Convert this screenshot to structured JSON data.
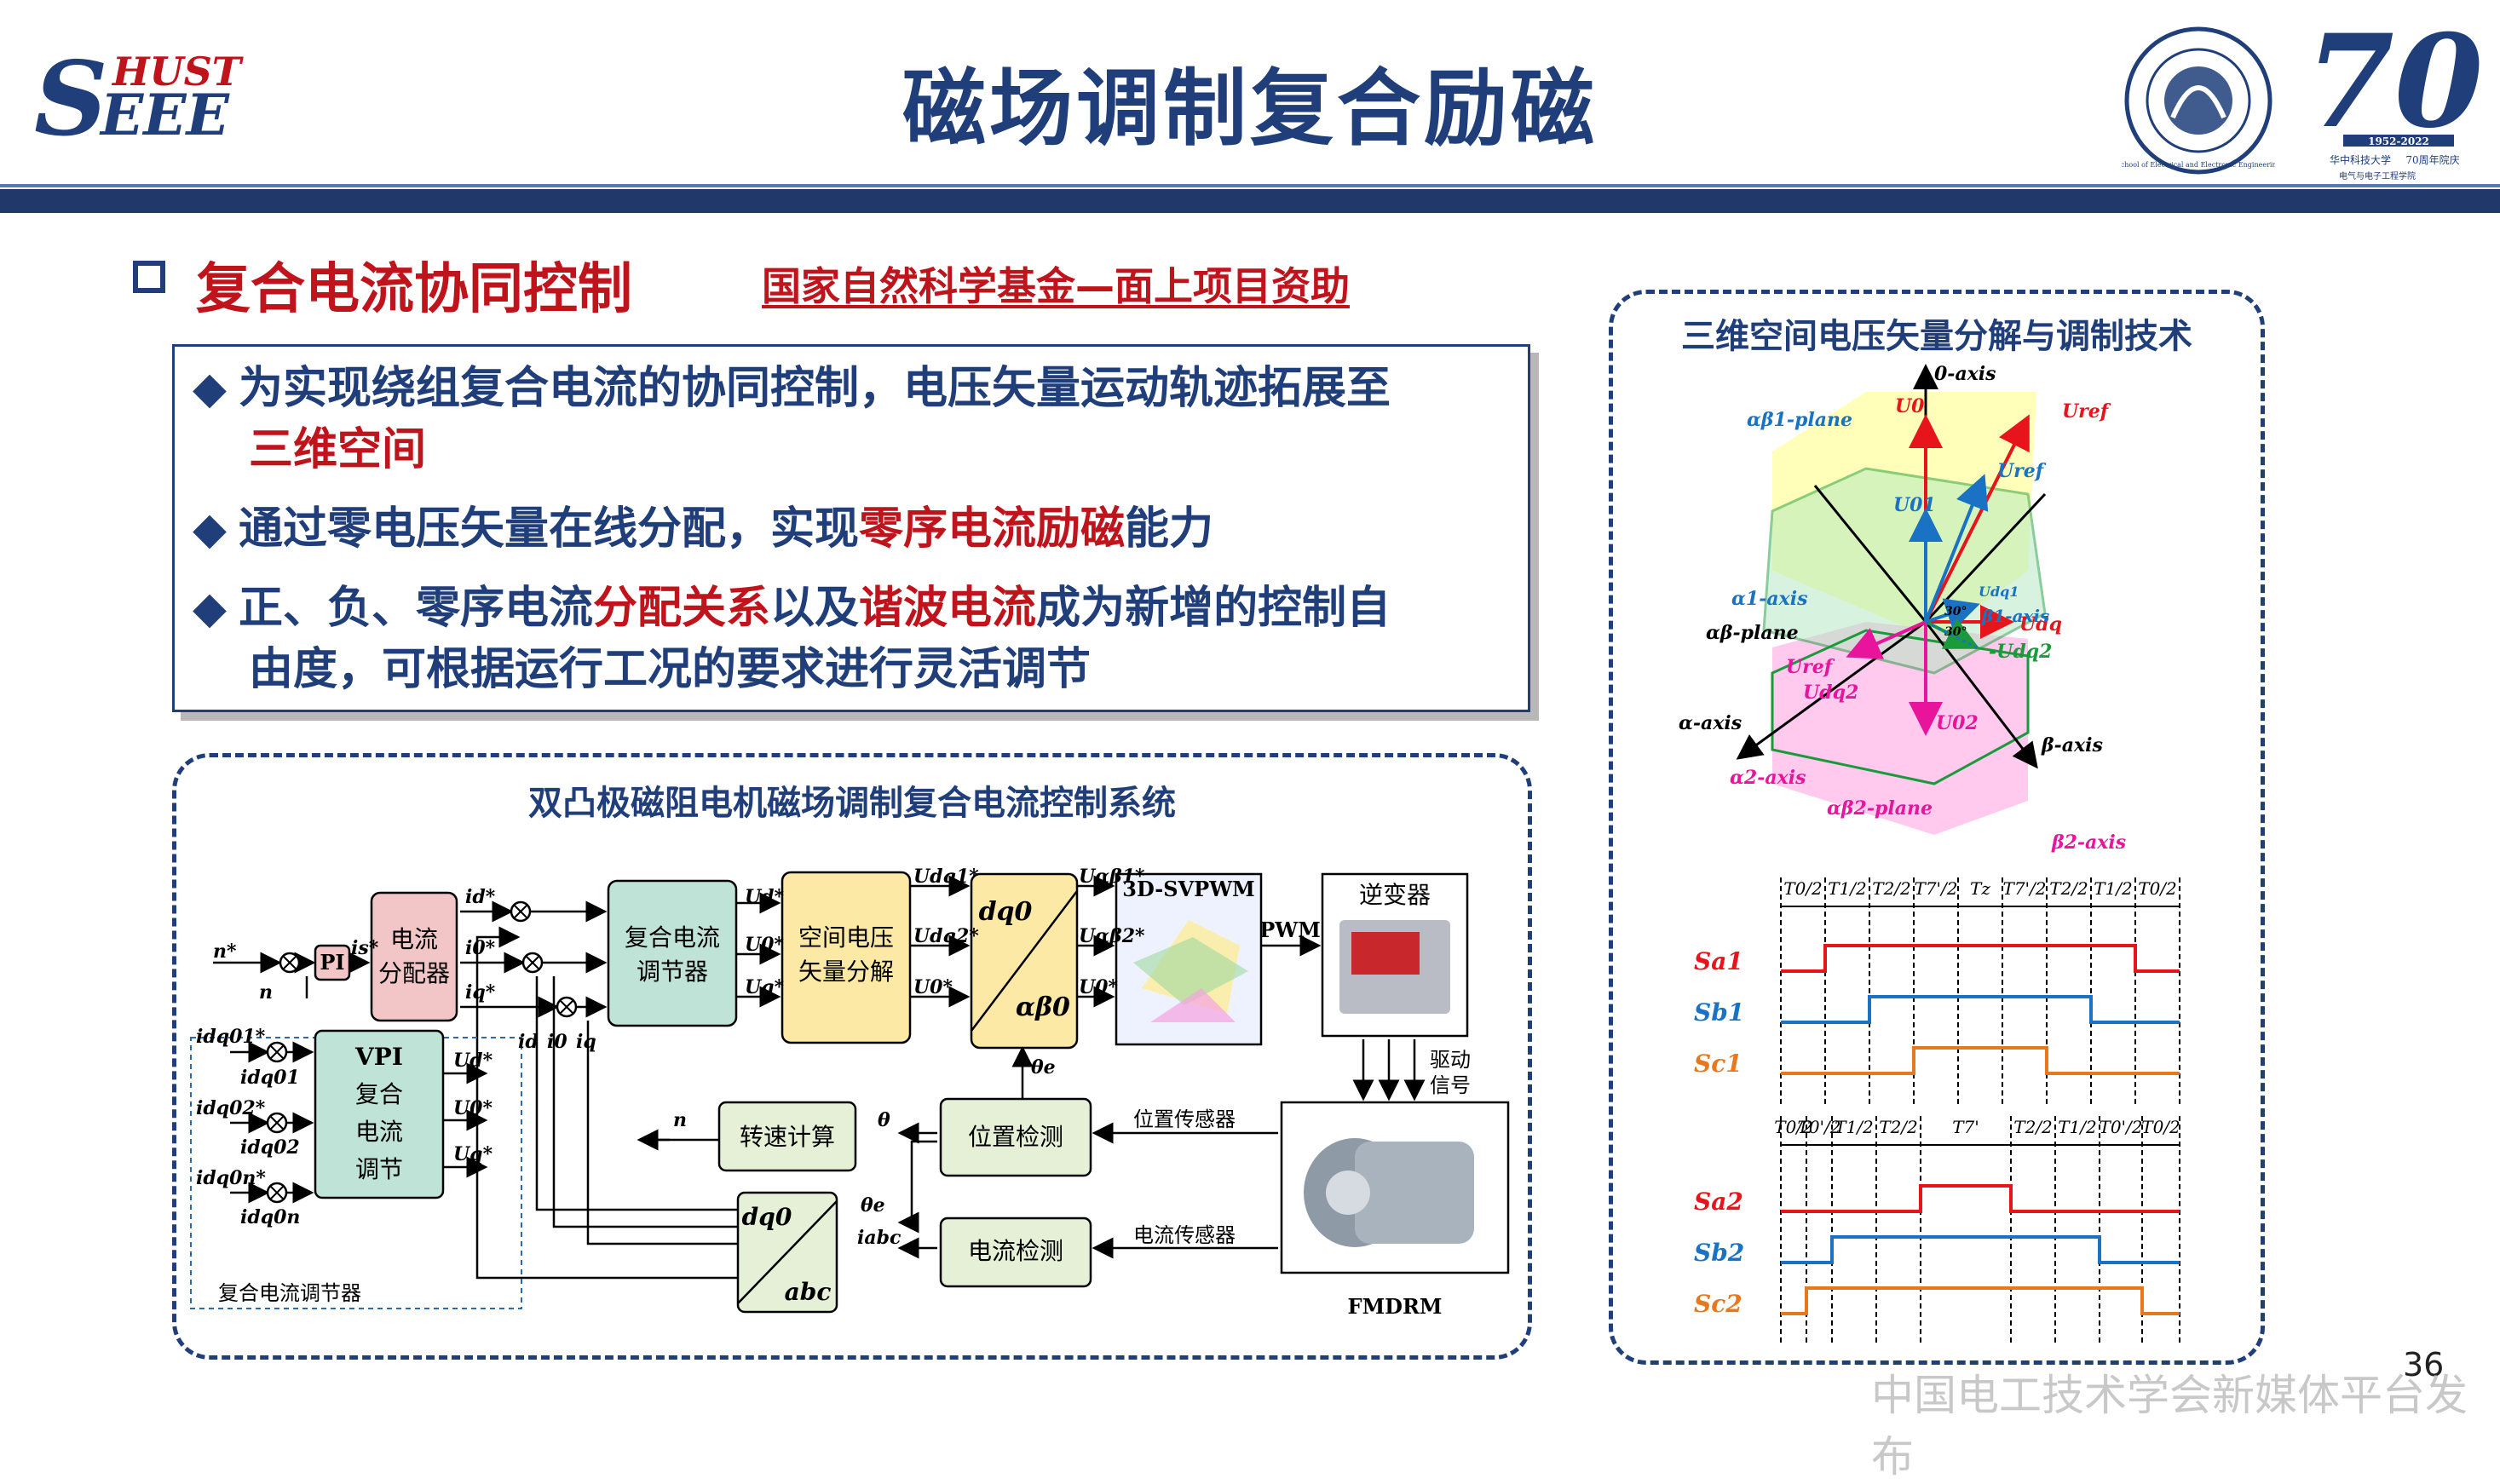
{
  "header": {
    "title": "磁场调制复合励磁",
    "logo_hust": "HUST",
    "logo_seee": "SEEE",
    "seal_text": "School of Electrical and Electronic Engineering",
    "anniv_number": "70",
    "anniv_years": "1952-2022",
    "anniv_line1": "华中科技大学",
    "anniv_line2": "70周年院庆",
    "anniv_line3": "电气与电子工程学院"
  },
  "section": {
    "title": "复合电流协同控制",
    "fund": "国家自然科学基金—面上项目资助"
  },
  "bullets": [
    {
      "parts": [
        {
          "t": "为实现绕组复合电流的协同控制，电压矢量运动轨迹拓展至",
          "red": false
        }
      ],
      "cont": [
        {
          "t": "三维空间",
          "red": true
        }
      ]
    },
    {
      "parts": [
        {
          "t": "通过零电压矢量在线分配，实现",
          "red": false
        },
        {
          "t": "零序电流励磁",
          "red": true
        },
        {
          "t": "能力",
          "red": false
        }
      ],
      "cont": []
    },
    {
      "parts": [
        {
          "t": "正、负、零序电流",
          "red": false
        },
        {
          "t": "分配关系",
          "red": true
        },
        {
          "t": "以及",
          "red": false
        },
        {
          "t": "谐波电流",
          "red": true
        },
        {
          "t": "成为新增的控制自",
          "red": false
        }
      ],
      "cont": [
        {
          "t": "由度，可根据运行工况的要求进行灵活调节",
          "red": false
        }
      ]
    }
  ],
  "system_diagram": {
    "title": "双凸极磁阻电机磁场调制复合电流控制系统",
    "blocks": {
      "pi": "PI",
      "current_dist_1": "电流",
      "current_dist_2": "分配器",
      "comp_reg_1": "复合电流",
      "comp_reg_2": "调节器",
      "space_v_1": "空间电压",
      "space_v_2": "矢量分解",
      "dq0_top": "dq0",
      "dq0_bot": "αβ0",
      "svpwm": "3D-SVPWM",
      "inverter": "逆变器",
      "pwm": "PWM",
      "drive_1": "驱动",
      "drive_2": "信号",
      "speed_calc": "转速计算",
      "pos_detect": "位置检测",
      "pos_sensor": "位置传感器",
      "cur_detect": "电流检测",
      "cur_sensor": "电流传感器",
      "dq0b_top": "dq0",
      "dq0b_bot": "abc",
      "vpi_1": "VPI",
      "vpi_2": "复合",
      "vpi_3": "电流",
      "vpi_4": "调节",
      "sub_caption": "复合电流调节器",
      "motor": "FMDRM"
    },
    "signals": {
      "n_ref": "n*",
      "n": "n",
      "is_ref": "is*",
      "id_ref": "id*",
      "i0_ref": "i0*",
      "iq_ref": "iq*",
      "id": "id",
      "i0": "i0",
      "iq": "iq",
      "ud": "Ud*",
      "u0": "U0*",
      "uq": "Uq*",
      "udq1": "Udq1*",
      "udq2": "Udq2*",
      "u0b": "U0*",
      "uab1": "Uαβ1*",
      "uab2": "Uαβ2*",
      "u0c": "U0*",
      "theta_e": "θe",
      "theta": "θ",
      "n_out": "n",
      "theta_e2": "θe",
      "iabc": "iabc",
      "idq01": "idq01*",
      "idq01b": "idq01",
      "idq02": "idq02*",
      "idq02b": "idq02",
      "idq0n": "idq0n*",
      "idq0nb": "idq0n",
      "vud": "Ud*",
      "vu0": "U0*",
      "vuq": "Uq*"
    }
  },
  "svm": {
    "title": "三维空间电压矢量分解与调制技术",
    "labels": {
      "zero_axis": "0-axis",
      "ab1_plane": "αβ1-plane",
      "u0": "U0",
      "uref_outer": "Uref",
      "uref_inner": "Uref",
      "u01": "U01",
      "a1_axis": "α1-axis",
      "ab_plane": "αβ-plane",
      "udq1": "Udq1",
      "udq": "Udq",
      "b1_axis": "β1-axis",
      "udq2_neg": "-Udq2",
      "deg30a": "30°",
      "deg30b": "30°",
      "uref_low": "Uref",
      "udq2": "Udq2",
      "u02": "U02",
      "alpha_axis": "α-axis",
      "beta_axis": "β-axis",
      "a2_axis": "α2-axis",
      "ab2_plane": "αβ2-plane",
      "b2_axis": "β2-axis"
    },
    "timing1": {
      "intervals": [
        "T0/2",
        "T1/2",
        "T2/2",
        "T7'/2",
        "Tz",
        "T7'/2",
        "T2/2",
        "T1/2",
        "T0/2"
      ],
      "signals": [
        "Sa1",
        "Sb1",
        "Sc1"
      ]
    },
    "timing2": {
      "intervals": [
        "T0/2",
        "T0'/2",
        "T1/2",
        "T2/2",
        "T7'",
        "T2/2",
        "T1/2",
        "T0'/2",
        "T0/2"
      ],
      "signals": [
        "Sa2",
        "Sb2",
        "Sc2"
      ]
    },
    "colors": {
      "a": "#e8141c",
      "b": "#1a72c4",
      "c": "#e8781e"
    }
  },
  "footer": {
    "page": "36",
    "watermark": "中国电工技术学会新媒体平台发布"
  }
}
